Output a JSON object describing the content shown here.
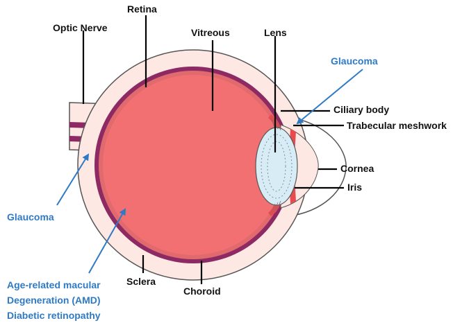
{
  "labels": {
    "optic_nerve": "Optic Nerve",
    "retina": "Retina",
    "vitreous": "Vitreous",
    "lens": "Lens",
    "glaucoma_top": "Glaucoma",
    "ciliary_body": "Ciliary body",
    "trabecular_meshwork": "Trabecular meshwork",
    "cornea": "Cornea",
    "iris": "Iris",
    "glaucoma_left": "Glaucoma",
    "sclera": "Sclera",
    "choroid": "Choroid",
    "amd_line1": "Age-related macular",
    "amd_line2": "Degeneration (AMD)",
    "amd_line3": "Diabetic retinopathy"
  },
  "colors": {
    "sclera": "#fde8e4",
    "retina_band": "#8e2a63",
    "choroid_band": "#e06a6e",
    "vitreous": "#f26f72",
    "lens": "#d8ecf6",
    "iris": "#e84b4f",
    "cornea": "#ffffff",
    "annotation": "#2e7ac4",
    "outline": "#555555"
  }
}
